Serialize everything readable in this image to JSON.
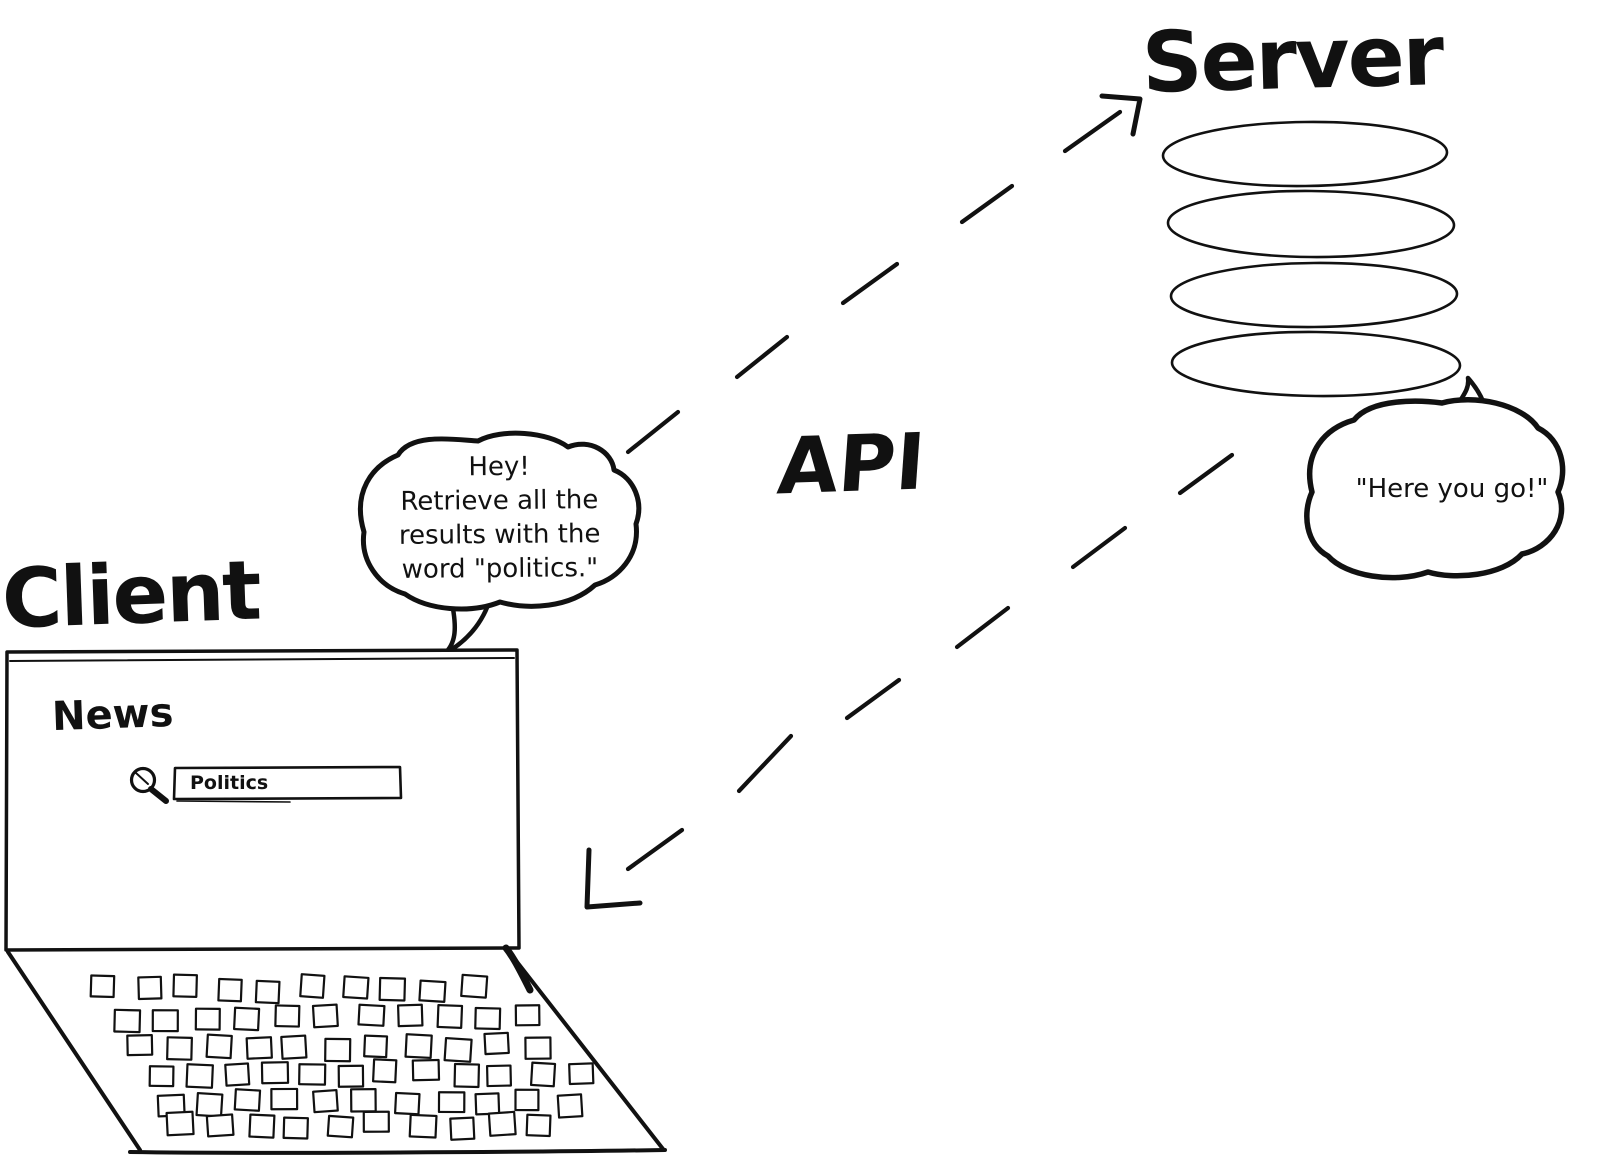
{
  "diagram": {
    "api_label": "API",
    "server": {
      "title": "Server",
      "disk_count": 4
    },
    "client": {
      "title": "Client",
      "screen": {
        "heading": "News",
        "search": {
          "icon": "magnifier-icon",
          "value": "Politics"
        }
      }
    },
    "request_bubble": {
      "lines": [
        "Hey!",
        "Retrieve all the",
        "results with the",
        "word \"politics.\""
      ]
    },
    "response_bubble": {
      "text": "\"Here you go!\""
    },
    "colors": {
      "ink": "#111111",
      "background": "#ffffff"
    }
  }
}
